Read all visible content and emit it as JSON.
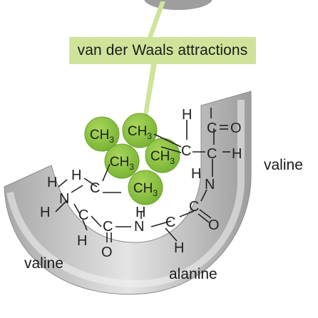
{
  "caption": "van der Waals attractions",
  "residue_labels": {
    "right": "valine",
    "left": "valine",
    "bottom": "alanine"
  },
  "methyl_groups": [
    {
      "id": "ch3-1",
      "label": "CH3"
    },
    {
      "id": "ch3-2",
      "label": "CH3"
    },
    {
      "id": "ch3-3",
      "label": "CH3"
    },
    {
      "id": "ch3-4",
      "label": "CH3"
    },
    {
      "id": "ch3-5",
      "label": "CH3"
    }
  ],
  "atoms": {
    "h": "H",
    "c": "C",
    "n": "N",
    "o": "O"
  },
  "colors": {
    "caption_bg": "#cfe49a",
    "methyl_fill": "#8dc63f",
    "backbone_tube": "#b9b9b9",
    "pointer": "#cfe49a"
  }
}
